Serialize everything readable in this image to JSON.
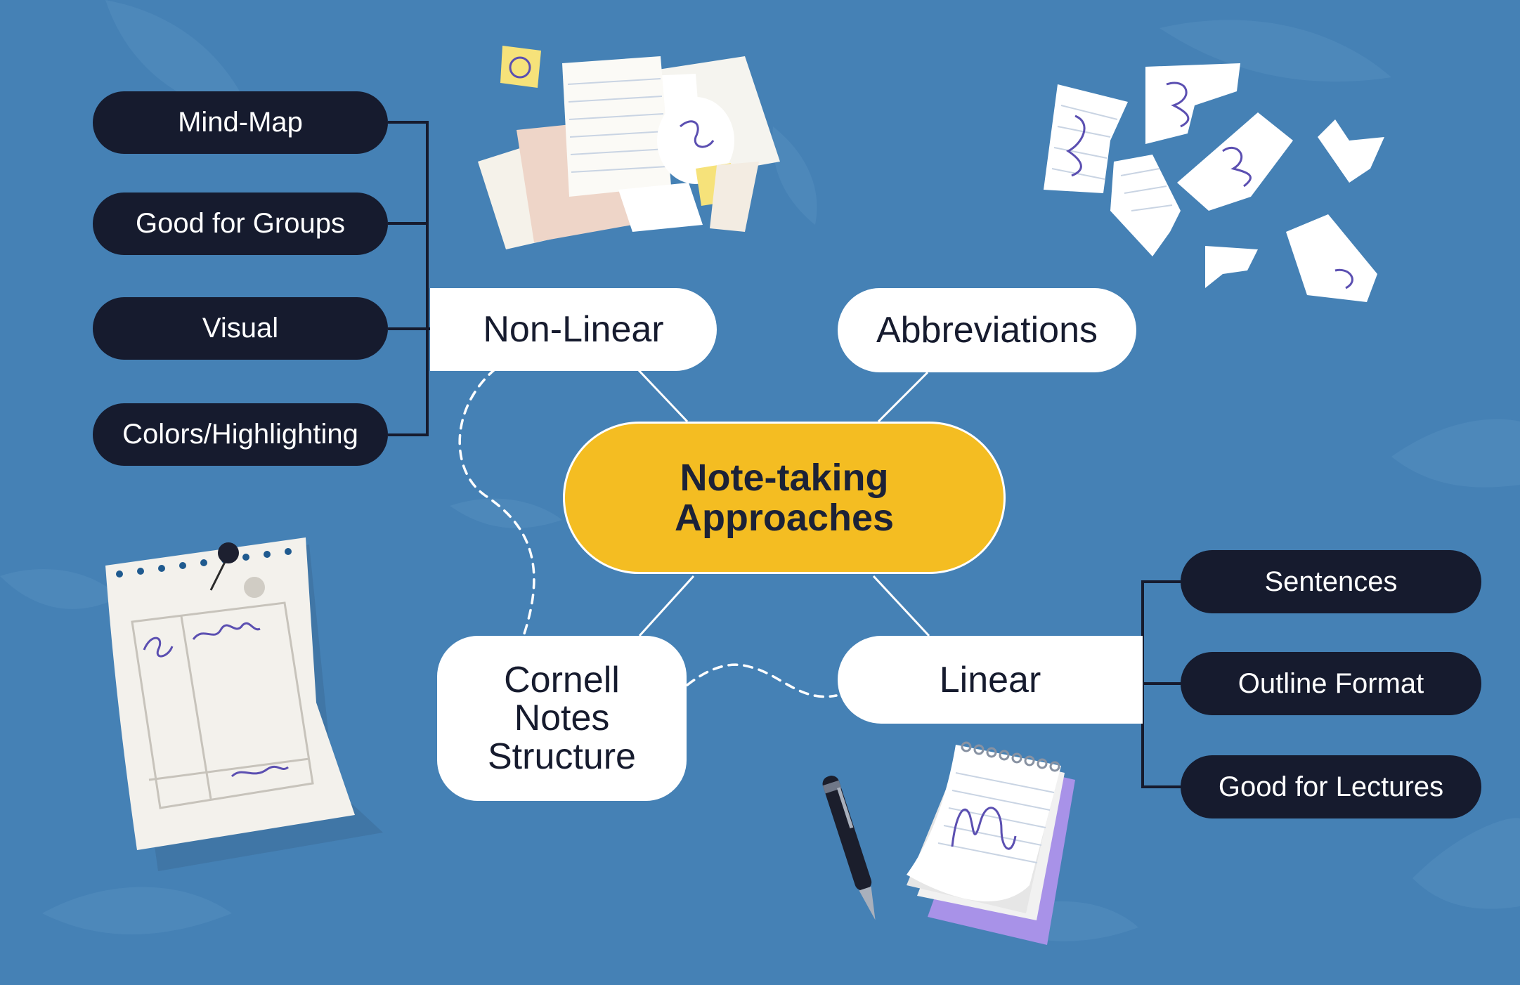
{
  "colors": {
    "background": "#4581b5",
    "dark_pill": "#161b2e",
    "white_pill": "#ffffff",
    "center": "#f4bd22",
    "connector": "#ffffff",
    "bracket": "#161b2e"
  },
  "center": {
    "line1": "Note-taking",
    "line2": "Approaches"
  },
  "branches": {
    "non_linear": {
      "label": "Non-Linear",
      "items": [
        "Mind-Map",
        "Good for Groups",
        "Visual",
        "Colors/Highlighting"
      ]
    },
    "abbreviations": {
      "label": "Abbreviations"
    },
    "cornell": {
      "line1": "Cornell",
      "line2": "Notes",
      "line3": "Structure"
    },
    "linear": {
      "label": "Linear",
      "items": [
        "Sentences",
        "Outline Format",
        "Good for Lectures"
      ]
    }
  },
  "illustrations": [
    "paper-pile-icon",
    "torn-paper-icon",
    "pinned-cornell-sheet-icon",
    "pen-icon",
    "spiral-notepad-icon"
  ]
}
